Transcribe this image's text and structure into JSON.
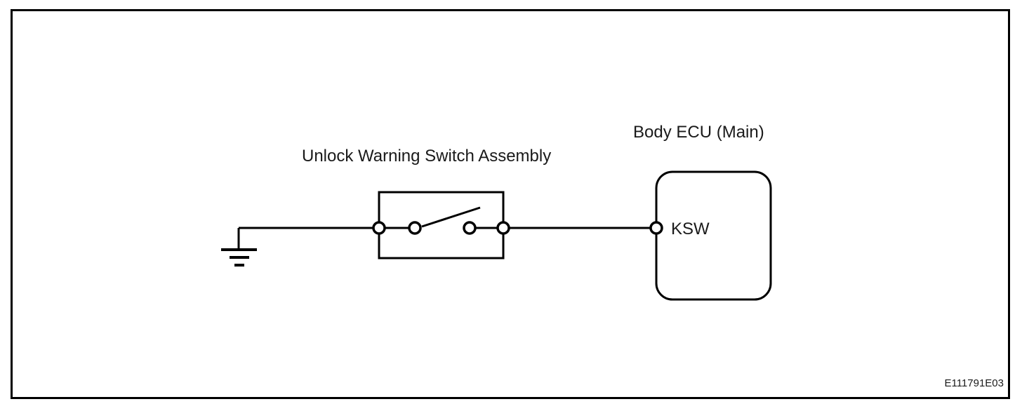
{
  "figure": {
    "labels": {
      "switch_assembly": "Unlock Warning Switch Assembly",
      "body_ecu": "Body ECU (Main)",
      "terminal": "KSW",
      "figure_code": "E111791E03"
    },
    "components": {
      "ground": "chassis-ground",
      "switch": "unlock-warning-switch-open",
      "ecu_terminal": "KSW"
    },
    "colors": {
      "line": "#000000",
      "background": "#ffffff",
      "text": "#1a1a1a"
    }
  }
}
